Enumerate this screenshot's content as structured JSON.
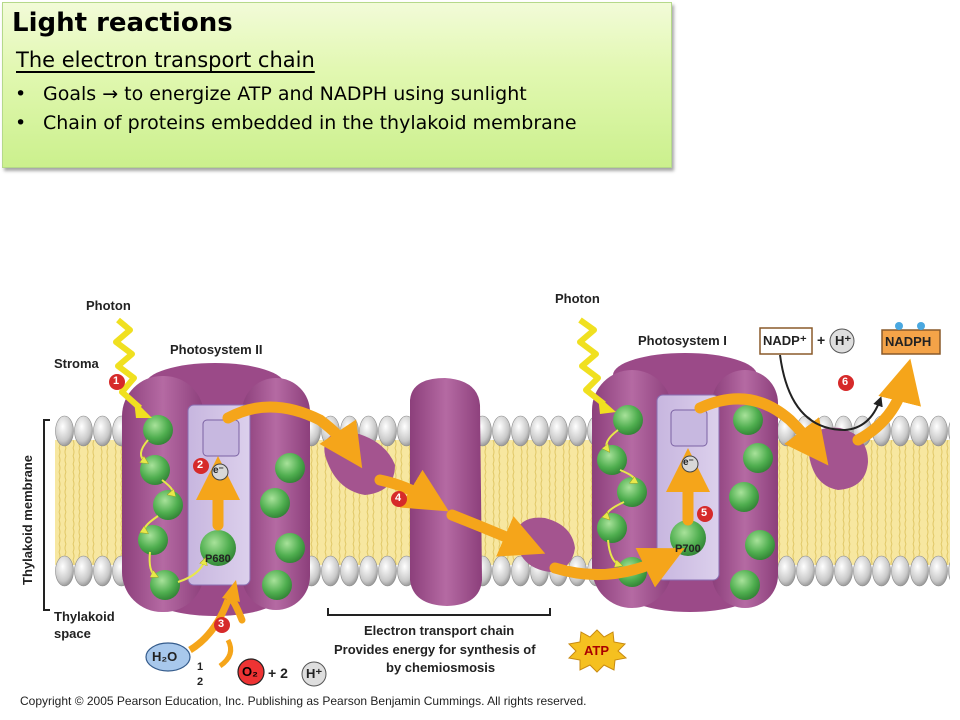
{
  "slide": {
    "title": "Light reactions",
    "subtitle": "The electron transport chain",
    "bullets": [
      "Goals → to energize ATP and NADPH using sunlight",
      "Chain of proteins embedded in the thylakoid membrane"
    ]
  },
  "diagram": {
    "photon_left": "Photon",
    "photon_right": "Photon",
    "stroma": "Stroma",
    "photosystem_2": "Photosystem II",
    "photosystem_1": "Photosystem I",
    "thylakoid_membrane": "Thylakoid membrane",
    "thylakoid_space_1": "Thylakoid",
    "thylakoid_space_2": "space",
    "p680": "P680",
    "p700": "P700",
    "electron": "e⁻",
    "water": "H₂O",
    "oxygen": "O₂",
    "hydrogen": "H⁺",
    "half_num": "1",
    "half_den": "2",
    "plus_two": "+ 2",
    "nadp": "NADP⁺",
    "plus": "+",
    "nadph": "NADPH",
    "etc_label": "Electron transport chain",
    "energy_line1": "Provides energy for synthesis of",
    "energy_line2": "by chemiosmosis",
    "atp": "ATP",
    "steps": [
      "1",
      "2",
      "3",
      "4",
      "5",
      "6"
    ]
  },
  "footer": {
    "copyright": "Copyright © 2005 Pearson Education, Inc. Publishing as Pearson Benjamin Cummings. All rights reserved."
  },
  "colors": {
    "slide_box": "#d9f7a4",
    "protein": "#a4548f",
    "chlorophyll": "#5fb85f",
    "arrow": "#f5a51a",
    "step_badge": "#d62a2a",
    "membrane_core": "#f7e79a",
    "lipid_head": "#cfcfcf"
  }
}
